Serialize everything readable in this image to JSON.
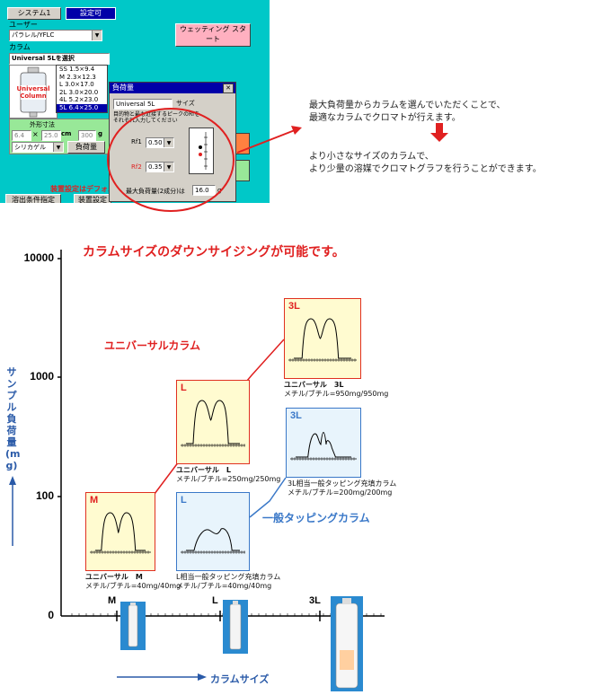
{
  "app": {
    "tab_system": "システム1",
    "tab_settings": "設定可",
    "user_label": "ユーザー",
    "user_value": "パラレル/YFLC",
    "column_label": "カラム",
    "column_select": "Universal 5Lを選択",
    "column_image_text": "Universal Column",
    "column_sizes": [
      "SS 1.5×9.4",
      "M 2.3×12.3",
      "L 3.0×17.0",
      "2L 3.0×20.0",
      "4L 5.2×23.0",
      "5L 6.4×25.0"
    ],
    "selected_size_index": 5,
    "dims_label": "外形寸法",
    "dim1": "6.4",
    "dim2": "25.0",
    "dim_unit": "cm",
    "dim3": "300",
    "dim3_unit": "g",
    "material_select": "シリカゲル",
    "load_button": "負荷量",
    "wetting_button": "ウェッティング スタート",
    "notice": "装置設定はデフォル",
    "bottom_buttons": [
      "溶出条件指定",
      "装置設定"
    ]
  },
  "dialog": {
    "title": "負荷量",
    "column_field": "Universal 5L",
    "size_label": "サイズ",
    "instruction": "目的物と最も近接するピークのRfをそれぞれ入力してください",
    "rf1_label": "Rf1",
    "rf1_value": "0.50",
    "rf2_label": "Rf2",
    "rf2_value": "0.35",
    "max_load_label": "最大負荷量(2成分)は",
    "max_load_value": "16.0",
    "max_load_unit": "g"
  },
  "description": {
    "line1": "最大負荷量からカラムを選んでいただくことで、",
    "line2": "最適なカラムでクロマトが行えます。",
    "line3": "より小さなサイズのカラムで、",
    "line4": "より少量の溶媒でクロマトグラフを行うことができます。"
  },
  "chart_data": {
    "type": "scatter",
    "title": "カラムサイズのダウンサイジングが可能です。",
    "ylabel": "サンプル負荷量(mg)",
    "xlabel": "カラムサイズ",
    "y_scale": "log",
    "y_ticks": [
      "10000",
      "1000",
      "100",
      "0"
    ],
    "x_categories": [
      "M",
      "L",
      "3L"
    ],
    "series": [
      {
        "name": "ユニバーサルカラム",
        "color": "#e03020",
        "points": [
          {
            "x": "M",
            "y": 100
          },
          {
            "x": "L",
            "y": 250
          },
          {
            "x": "3L",
            "y": 950
          }
        ]
      },
      {
        "name": "一般タッピングカラム",
        "color": "#3a78c8",
        "points": [
          {
            "x": "L",
            "y": 40
          },
          {
            "x": "3L",
            "y": 200
          }
        ]
      }
    ],
    "cards": [
      {
        "tag": "M",
        "style": "red",
        "caption1": "ユニバーサル　M",
        "caption2": "メチル/ブチル=40mg/40mg",
        "ticks": [
          "10"
        ]
      },
      {
        "tag": "L",
        "style": "red",
        "caption1": "ユニバーサル　L",
        "caption2": "メチル/ブチル=250mg/250mg",
        "ticks": [
          "10"
        ]
      },
      {
        "tag": "3L",
        "style": "red",
        "caption1": "ユニバーサル　3L",
        "caption2": "メチル/ブチル=950mg/950mg",
        "ticks": [
          "10",
          "15"
        ]
      },
      {
        "tag": "L",
        "style": "blue",
        "caption1": "L相当一般タッピング充填カラム",
        "caption2": "メチル/ブチル=40mg/40mg",
        "ticks": [
          "5",
          "10"
        ]
      },
      {
        "tag": "3L",
        "style": "blue",
        "caption1": "3L相当一般タッピング充填カラム",
        "caption2": "メチル/ブチル=200mg/200mg",
        "ticks": [
          "10",
          "15"
        ]
      }
    ]
  }
}
